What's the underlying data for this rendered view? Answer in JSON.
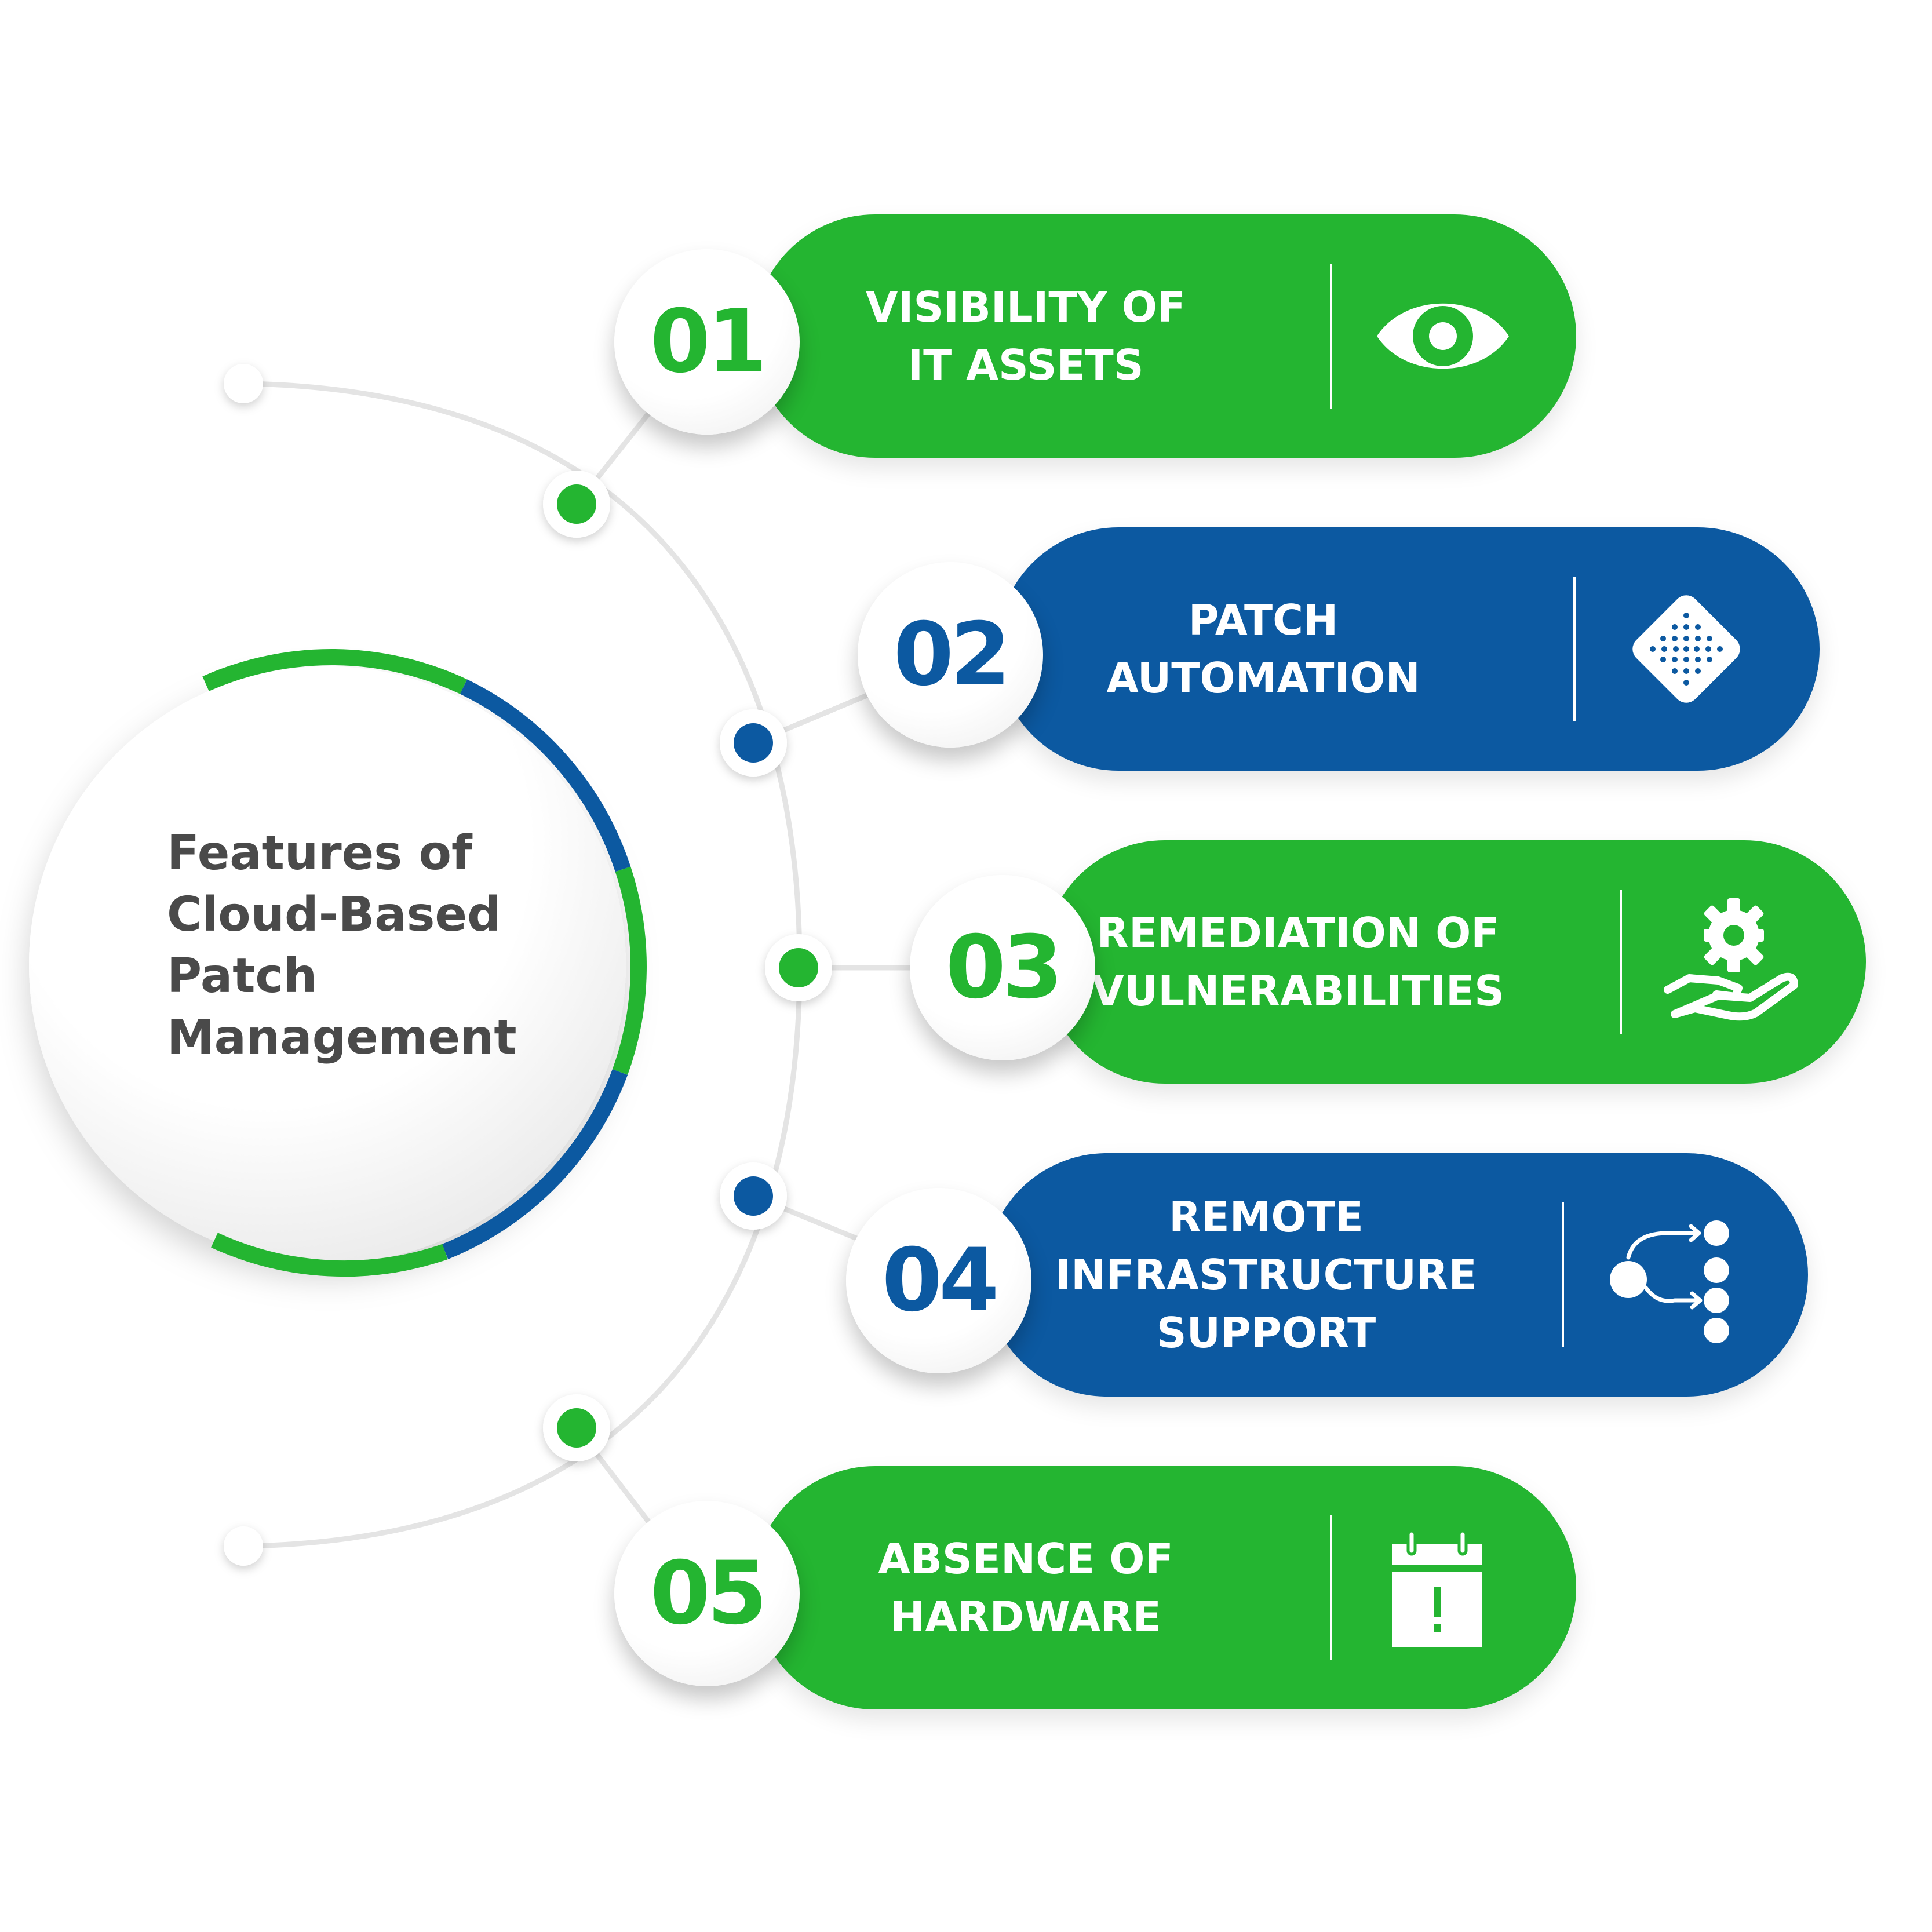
{
  "title_lines": [
    "Features of",
    "Cloud-Based",
    "Patch",
    "Management"
  ],
  "colors": {
    "green": "#24b531",
    "blue": "#0c59a1",
    "title_text": "#4a4a4a",
    "connector": "#e4e4e4"
  },
  "features": [
    {
      "number": "01",
      "lines": [
        "VISIBILITY OF",
        "IT ASSETS"
      ],
      "color": "green",
      "icon": "eye-icon"
    },
    {
      "number": "02",
      "lines": [
        "PATCH",
        "AUTOMATION"
      ],
      "color": "blue",
      "icon": "patch-icon"
    },
    {
      "number": "03",
      "lines": [
        "REMEDIATION OF",
        "VULNERABILITIES"
      ],
      "color": "green",
      "icon": "gear-hand-icon"
    },
    {
      "number": "04",
      "lines": [
        "REMOTE",
        "INFRASTRUCTURE",
        "SUPPORT"
      ],
      "color": "blue",
      "icon": "network-icon"
    },
    {
      "number": "05",
      "lines": [
        "ABSENCE OF",
        "HARDWARE"
      ],
      "color": "green",
      "icon": "calendar-alert-icon"
    }
  ]
}
